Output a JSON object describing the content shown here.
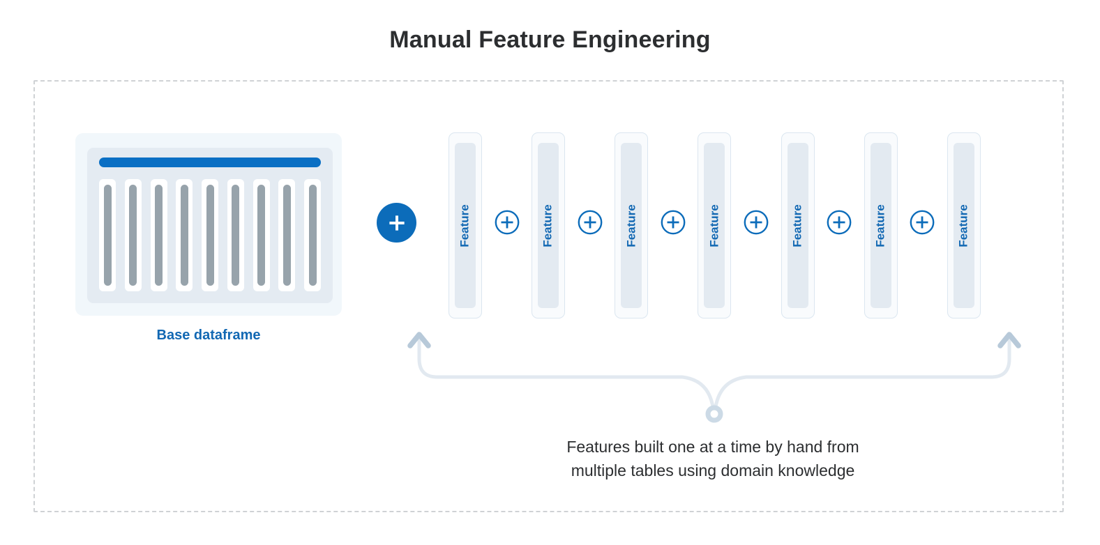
{
  "title": "Manual Feature Engineering",
  "base_dataframe": {
    "label": "Base dataframe",
    "column_count": 9
  },
  "features": {
    "label": "Feature",
    "column_count": 7,
    "plus_separator_count": 6
  },
  "caption": {
    "line1": "Features built one at a time by hand from",
    "line2": "multiple tables using domain knowledge"
  },
  "icons": {
    "big_plus": "plus-icon",
    "small_plus": "plus-circle-icon",
    "brace": "curly-brace-arrows-icon"
  },
  "colors": {
    "primary_blue": "#0c6cba",
    "header_bar_blue": "#0a6fc4",
    "label_blue": "#1268b3",
    "title_text": "#2c2e30",
    "card_outer": "#f1f7fb",
    "card_inner": "#e4ebf2",
    "feature_fill": "#e3eaf1",
    "feature_border": "#dbe6f0",
    "column_gray": "#97a3ab",
    "brace_stroke": "#e2e9f0",
    "arrowhead": "#b7c9d9",
    "dashed_border": "#cfd2d5"
  }
}
